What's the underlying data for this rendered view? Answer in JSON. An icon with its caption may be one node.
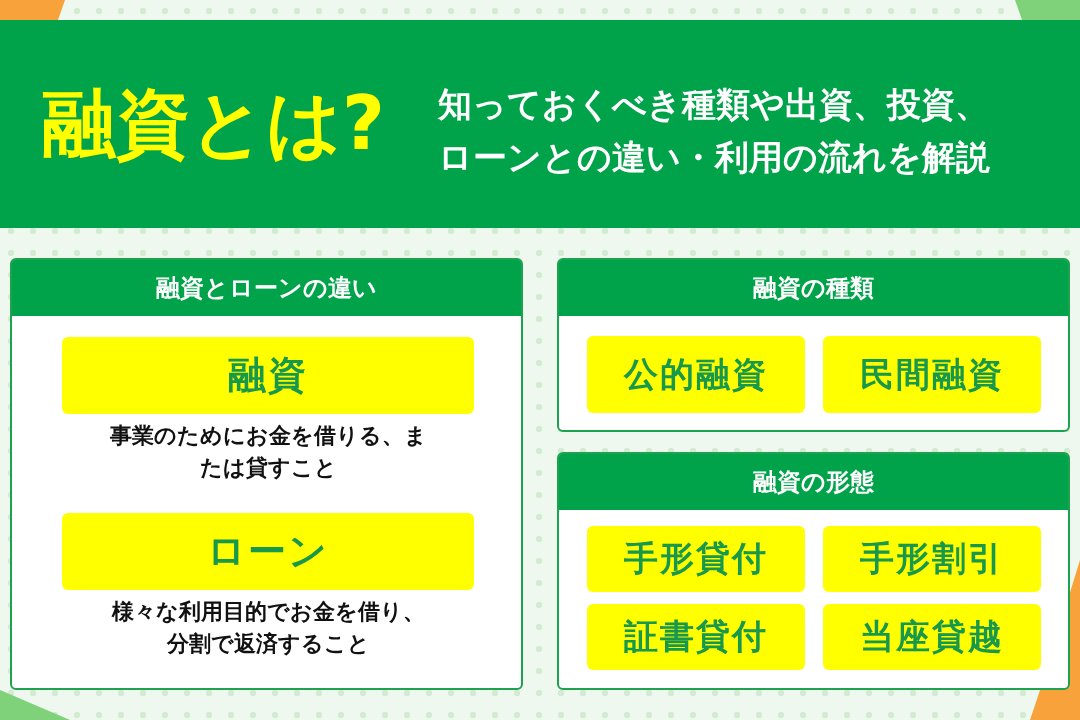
{
  "diagram": {
    "title": "融資とは?",
    "nodes": [
      {
        "text": [
          "融資とローンの違い"
        ]
      },
      {
        "text": [
          "融資"
        ],
        "in": 0,
        "beside": [
          "事業のためにお金を借りる、または貸すこと"
        ]
      },
      {
        "text": [
          "ローン"
        ],
        "in": 0,
        "beside": [
          "様々な利用目的でお金を借り、分割で返済すること"
        ]
      },
      {
        "text": [
          "融資の種類"
        ]
      },
      {
        "text": [
          "公的融資"
        ],
        "in": 3
      },
      {
        "text": [
          "民間融資"
        ],
        "in": 3
      },
      {
        "text": [
          "融資の形態"
        ]
      },
      {
        "text": [
          "手形貸付"
        ],
        "in": 6
      },
      {
        "text": [
          "手形割引"
        ],
        "in": 6
      },
      {
        "text": [
          "証書貸付"
        ],
        "in": 6
      },
      {
        "text": [
          "当座貸越"
        ],
        "in": 6
      }
    ],
    "labels": [
      "知っておくべき種類や出資、投資、ローンとの違い・利用の流れを解説"
    ]
  }
}
